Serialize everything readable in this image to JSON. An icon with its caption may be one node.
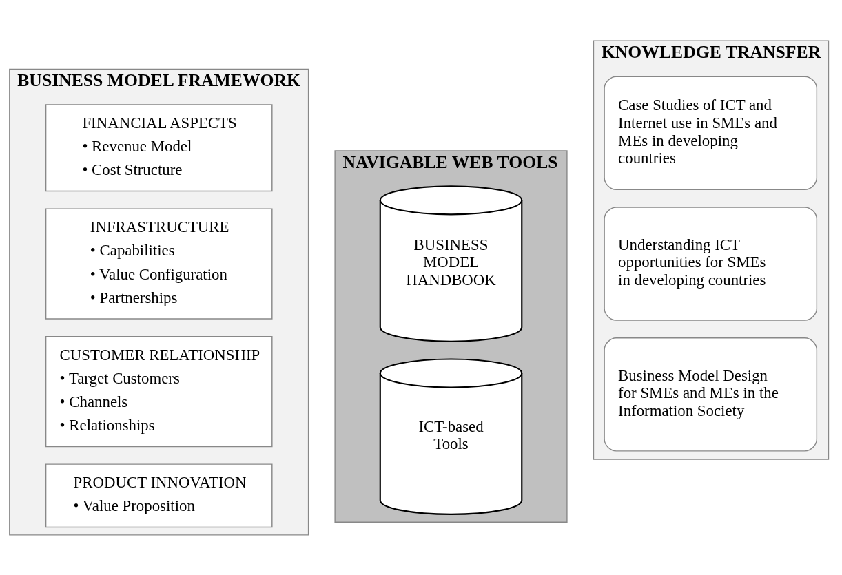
{
  "diagram": {
    "nodes": [
      {
        "text": [
          "BUSINESS MODEL FRAMEWORK"
        ]
      },
      {
        "text": [
          "PRODUCT INNOVATION",
          "• Value Proposition"
        ],
        "in": 0
      },
      {
        "text": [
          "CUSTOMER RELATIONSHIP",
          "• Target Customers",
          "• Channels",
          "• Relationships"
        ],
        "in": 0
      },
      {
        "text": [
          "INFRASTRUCTURE",
          "• Capabilities",
          "• Value Configuration",
          "• Partnerships"
        ],
        "in": 0
      },
      {
        "text": [
          "FINANCIAL ASPECTS",
          "• Revenue Model",
          "• Cost Structure"
        ],
        "in": 0
      },
      {
        "text": [
          "NAVIGABLE WEB TOOLS"
        ]
      },
      {
        "text": [
          "ICT-based Tools"
        ],
        "in": 5
      },
      {
        "text": [
          "BUSINESS MODEL HANDBOOK"
        ],
        "in": 5
      },
      {
        "text": [
          "KNOWLEDGE TRANSFER"
        ]
      },
      {
        "text": [
          "Business Model Design for SMEs and MEs in the Information Society"
        ],
        "in": 8
      },
      {
        "text": [
          "Understanding ICT opportunities for SMEs in developing countries"
        ],
        "in": 8
      },
      {
        "text": [
          "Case Studies of ICT and Internet use in SMEs and MEs in developing countries"
        ],
        "in": 8
      }
    ]
  }
}
